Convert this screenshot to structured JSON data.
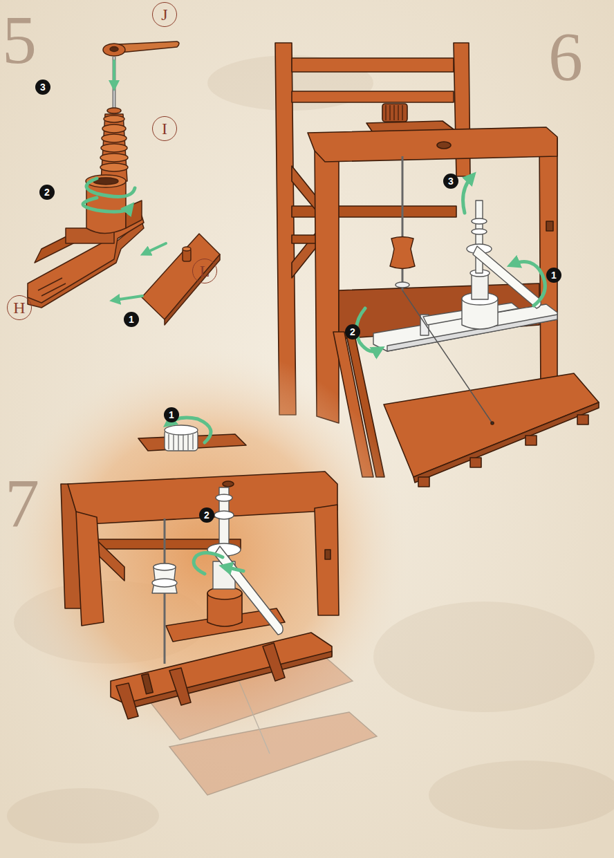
{
  "diagram": {
    "labels": [
      "5",
      "J",
      "3",
      "I",
      "2",
      "L",
      "1",
      "H",
      "6",
      "3",
      "1",
      "2",
      "7",
      "1",
      "2"
    ]
  }
}
